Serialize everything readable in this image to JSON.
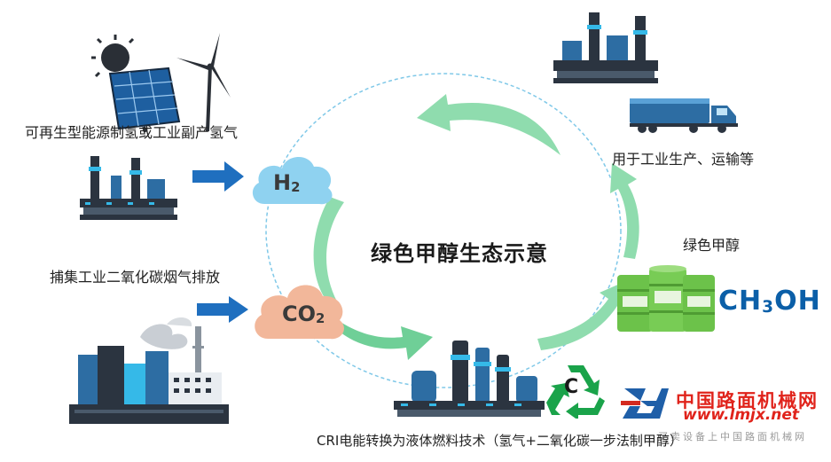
{
  "diagram": {
    "title": "绿色甲醇生态示意",
    "labels": {
      "renewable_hydrogen": "可再生型能源制氢或工业副产氢气",
      "industrial_co2": "捕集工业二氧化碳烟气排放",
      "usage": "用于工业生产、运输等",
      "green_methanol": "绿色甲醇",
      "cri_technology": "CRI电能转换为液体燃料技术（氢气+二氧化碳一步法制甲醇）"
    },
    "formulas": {
      "hydrogen": {
        "base": "H",
        "sub": "2"
      },
      "co2": {
        "base": "CO",
        "sub": "2"
      },
      "methanol": {
        "a": "CH",
        "sub": "3",
        "b": "OH"
      }
    },
    "recycle_symbol": "C",
    "watermark": {
      "name_cn": "中国路面机械网",
      "url": "www.lmjx.net",
      "subtitle": "买卖设备上中国路面机械网"
    },
    "colors": {
      "arrow_green": "#7ccfa0",
      "arrow_blue": "#1f6fbf",
      "h2_cloud": "#8fd2f0",
      "co2_cloud": "#f2b79a",
      "barrel_green": "#6cc24a",
      "factory_blue": "#2d6da3",
      "accent_cyan": "#35b9e8",
      "dark_gray": "#3a4450"
    }
  }
}
